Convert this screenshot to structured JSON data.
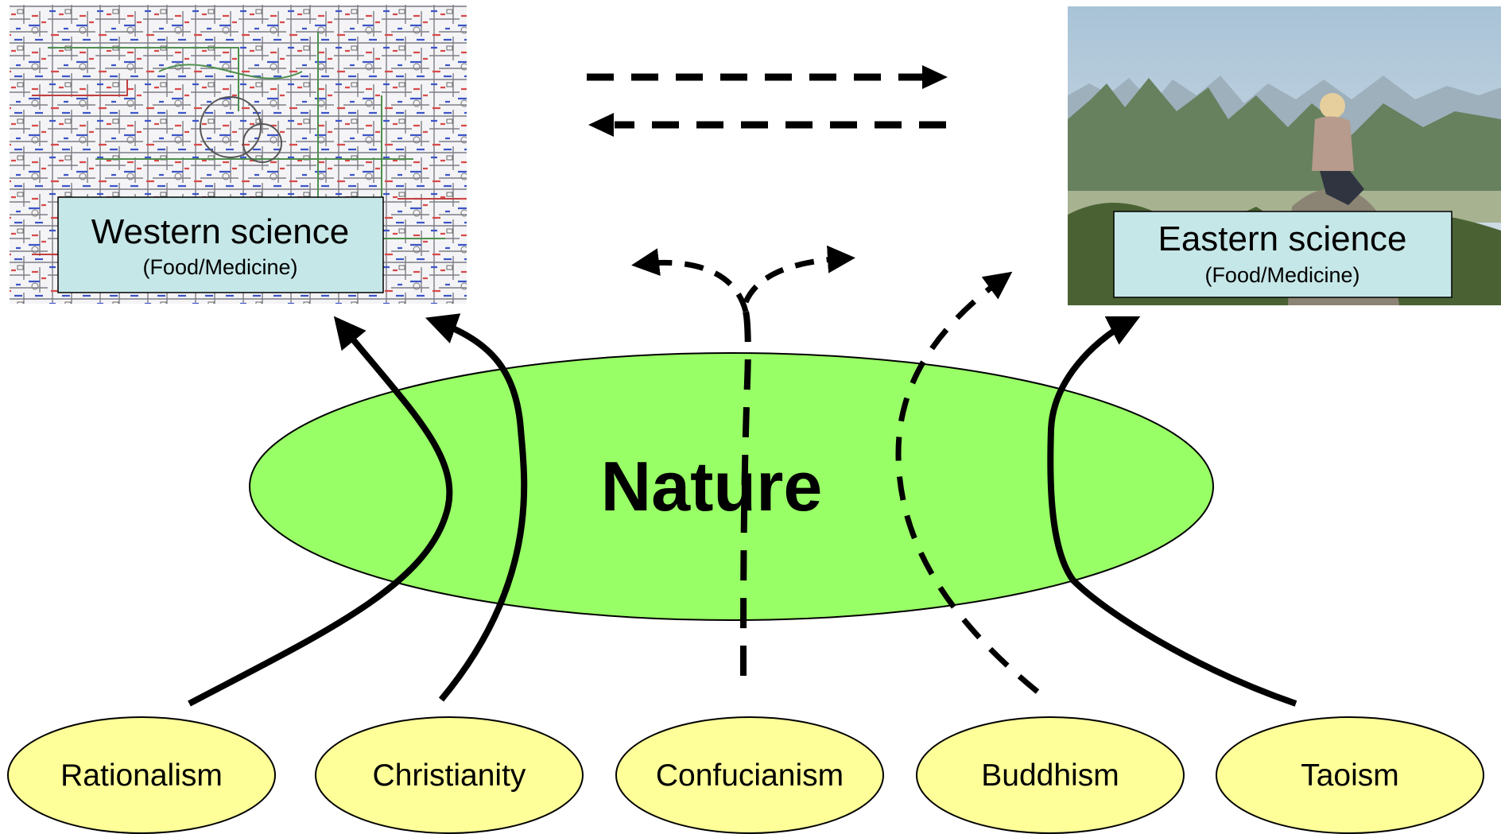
{
  "center": {
    "label": "Nature",
    "fill": "#99ff66"
  },
  "western": {
    "title": "Western science",
    "subtitle": "(Food/Medicine)"
  },
  "eastern": {
    "title": "Eastern science",
    "subtitle": "(Food/Medicine)"
  },
  "origins": [
    {
      "label": "Rationalism"
    },
    {
      "label": "Christianity"
    },
    {
      "label": "Confucianism"
    },
    {
      "label": "Buddhism"
    },
    {
      "label": "Taoism"
    }
  ],
  "colors": {
    "origin_fill": "#ffff99",
    "label_box_fill": "#c6e7e7",
    "line": "#000000"
  }
}
